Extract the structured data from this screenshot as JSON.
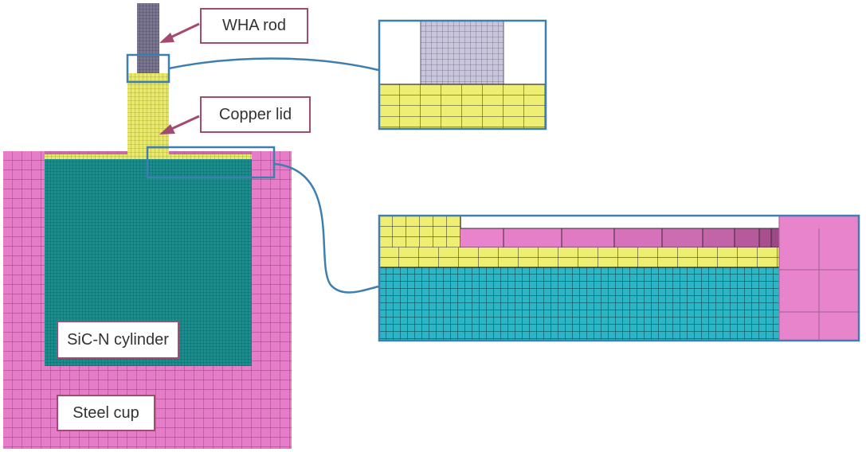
{
  "labels": {
    "wha_rod": "WHA rod",
    "copper_lid": "Copper lid",
    "sic_cylinder": "SiC-N cylinder",
    "steel_cup": "Steel cup"
  },
  "colors": {
    "steel": "#e67dc9",
    "steel_dark": "#c765a6",
    "sic": "#1a8c8c",
    "sic_bright": "#2ab8c8",
    "copper": "#eded6e",
    "wha": "#c7c3d9",
    "wha_dark": "#5c5873",
    "zoom_box": "#3f7fb0",
    "callout": "#a24a72"
  }
}
